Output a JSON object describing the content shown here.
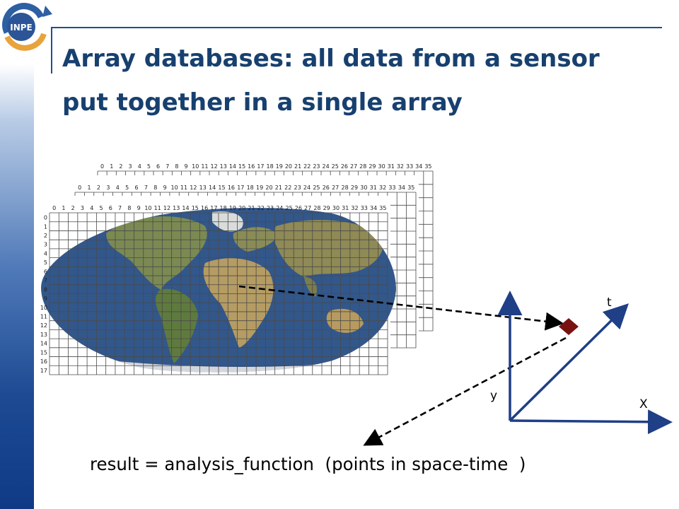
{
  "slide": {
    "title_line1": "Array databases: all data from a sensor",
    "title_line2": "put together in a single array",
    "logo_text": "INPE",
    "formula": "result = analysis_function  (points in space-time  )"
  },
  "arrays": {
    "column_indices": [
      "0",
      "1",
      "2",
      "3",
      "4",
      "5",
      "6",
      "7",
      "8",
      "9",
      "10",
      "11",
      "12",
      "13",
      "14",
      "15",
      "16",
      "17",
      "18",
      "19",
      "20",
      "21",
      "22",
      "23",
      "24",
      "25",
      "26",
      "27",
      "28",
      "29",
      "30",
      "31",
      "32",
      "33",
      "34",
      "35"
    ],
    "row_indices": [
      "0",
      "1",
      "2",
      "3",
      "4",
      "5",
      "6",
      "7",
      "8",
      "9",
      "10",
      "11",
      "12",
      "13",
      "14",
      "15",
      "16",
      "17"
    ],
    "back_row_label": "0"
  },
  "axes": {
    "x_label": "X",
    "y_label": "y",
    "t_label": "t"
  },
  "colors": {
    "title": "#17406f",
    "axes": "#1f3f86",
    "point": "#7a1111",
    "ocean": "#32578b",
    "grid": "#4a4a4a"
  }
}
